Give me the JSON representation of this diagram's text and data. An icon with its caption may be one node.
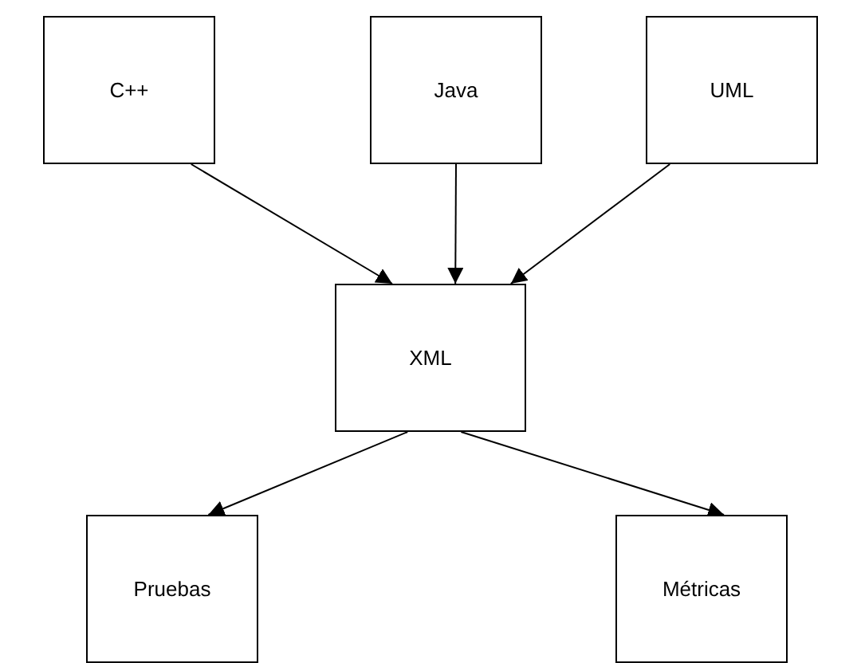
{
  "diagram": {
    "nodes": [
      {
        "text": [
          "C++"
        ]
      },
      {
        "text": [
          "Java"
        ]
      },
      {
        "text": [
          "UML"
        ]
      },
      {
        "text": [
          "XML"
        ]
      },
      {
        "text": [
          "Pruebas"
        ]
      },
      {
        "text": [
          "Métricas"
        ]
      }
    ],
    "edges": [
      {
        "from": 0,
        "to": 3,
        "arrow": "to"
      },
      {
        "from": 1,
        "to": 3,
        "arrow": "to"
      },
      {
        "from": 2,
        "to": 3,
        "arrow": "to"
      },
      {
        "from": 3,
        "to": 4,
        "arrow": "to"
      },
      {
        "from": 3,
        "to": 5,
        "arrow": "to"
      }
    ]
  }
}
